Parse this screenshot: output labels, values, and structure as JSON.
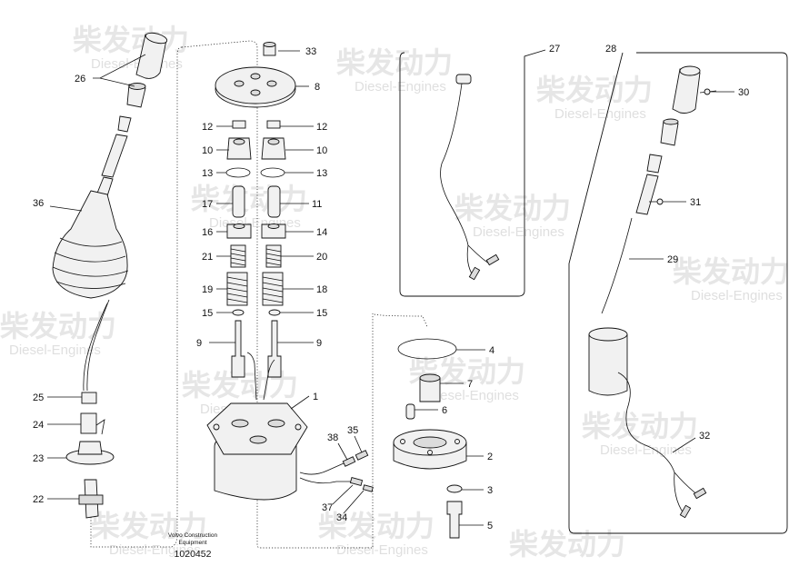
{
  "watermark": {
    "brand_cn": "柴发动力",
    "brand_en": "Diesel-Engines"
  },
  "footer": {
    "maker_line1": "Volvo Construction",
    "maker_line2": "Equipment",
    "drawing_code": "1020452"
  },
  "callouts": {
    "c1": "1",
    "c2": "2",
    "c3": "3",
    "c4": "4",
    "c5": "5",
    "c6": "6",
    "c7": "7",
    "c8": "8",
    "c9a": "9",
    "c9b": "9",
    "c10a": "10",
    "c10b": "10",
    "c11": "11",
    "c12a": "12",
    "c12b": "12",
    "c13a": "13",
    "c13b": "13",
    "c14": "14",
    "c15a": "15",
    "c15b": "15",
    "c16": "16",
    "c17": "17",
    "c18": "18",
    "c19": "19",
    "c20": "20",
    "c21": "21",
    "c22": "22",
    "c23": "23",
    "c24": "24",
    "c25": "25",
    "c26": "26",
    "c27": "27",
    "c28": "28",
    "c29": "29",
    "c30": "30",
    "c31": "31",
    "c32": "32",
    "c33": "33",
    "c34": "34",
    "c35": "35",
    "c36": "36",
    "c37": "37",
    "c38": "38"
  }
}
